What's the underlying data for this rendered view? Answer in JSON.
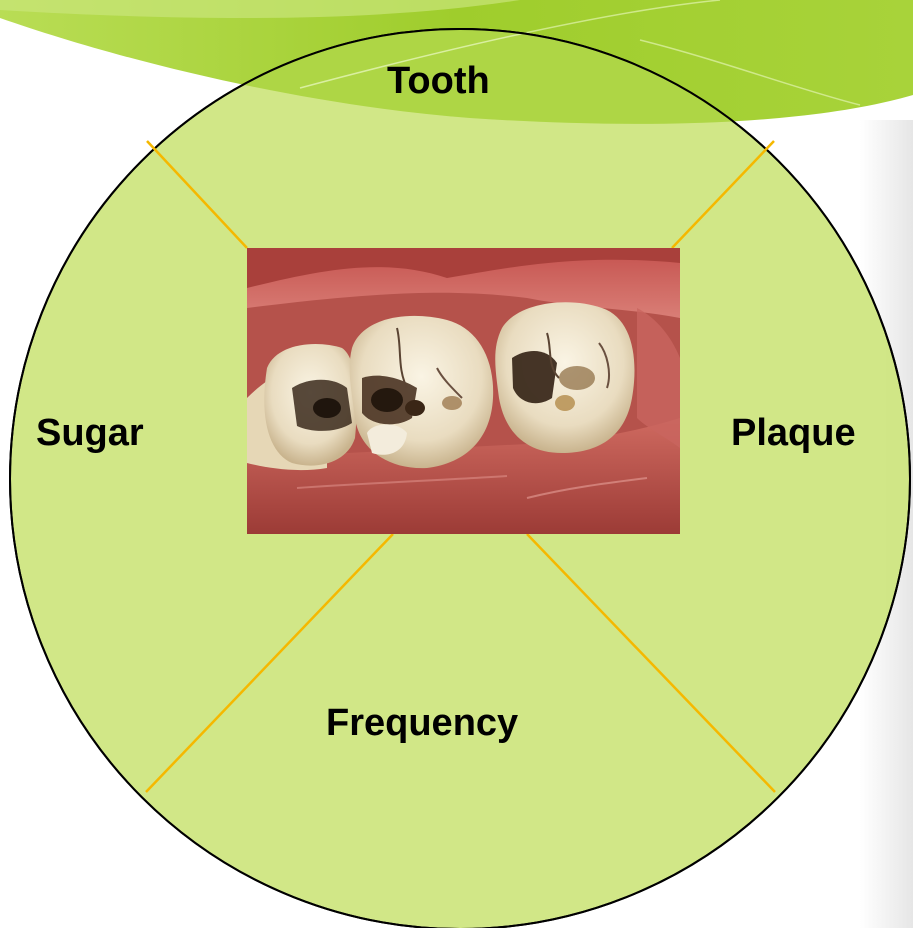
{
  "diagram": {
    "labels": {
      "top": "Tooth",
      "left": "Sugar",
      "right": "Plaque",
      "bottom": "Frequency"
    },
    "center_image": "teeth-with-caries-photo"
  },
  "colors": {
    "circle_fill": "#cde57e",
    "circle_stroke": "#000000",
    "divider_lines": "#f5b800",
    "banner_green": "#9ccc2a",
    "banner_light": "#b6dc48",
    "background": "#ffffff"
  }
}
